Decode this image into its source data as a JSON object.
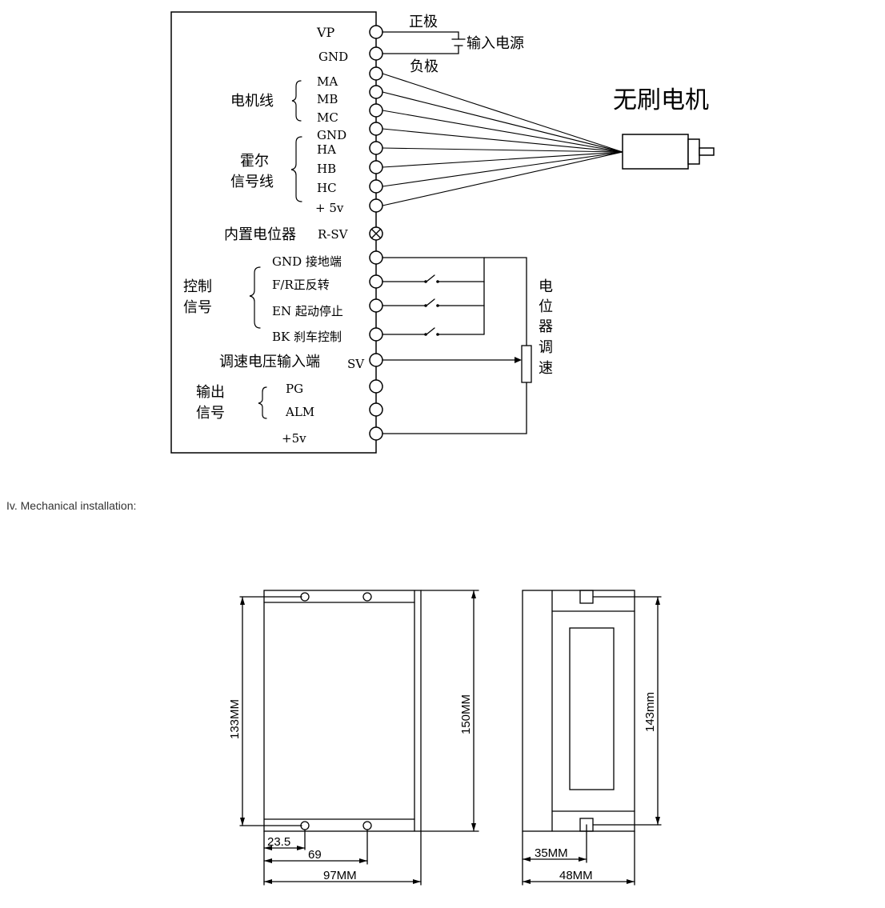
{
  "wiring": {
    "power": {
      "vp": "VP",
      "gnd": "GND",
      "pos": "正极",
      "neg": "负极",
      "input": "输入电源"
    },
    "motor_title": "无刷电机",
    "motor_group": "电机线",
    "motor_pins": [
      "MA",
      "MB",
      "MC"
    ],
    "hall_group_1": "霍尔",
    "hall_group_2": "信号线",
    "hall_pins": [
      "GND",
      "HA",
      "HB",
      "HC",
      "+ 5v"
    ],
    "pot_label": "内置电位器",
    "pot_pin": "R-SV",
    "ctrl_group_1": "控制",
    "ctrl_group_2": "信号",
    "ctrl_pins": [
      "GND 接地端",
      "F/R正反转",
      "EN 起动停止",
      "BK 刹车控制"
    ],
    "sv_label": "调速电压输入端",
    "sv_pin": "SV",
    "out_group_1": "输出",
    "out_group_2": "信号",
    "out_pins": [
      "PG",
      "ALM"
    ],
    "v5": "+5v",
    "pot_side": [
      "电",
      "位",
      "器",
      "调",
      "速"
    ]
  },
  "caption": "Iv. Mechanical installation:",
  "dims": {
    "front_h1": "133MM",
    "front_h2": "150MM",
    "side_h": "143mm",
    "d235": "23.5",
    "d69": "69",
    "d97": "97MM",
    "d35": "35MM",
    "d48": "48MM"
  }
}
